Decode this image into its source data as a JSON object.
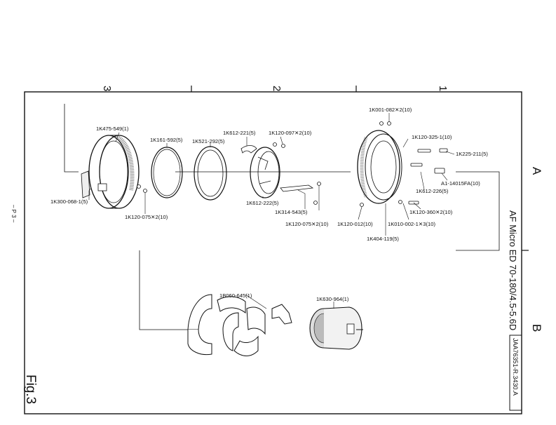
{
  "page": {
    "columns": [
      "3",
      "2",
      "1"
    ],
    "rows": [
      "A",
      "B"
    ],
    "title": "AF Micro ED 70-180/4.5-5.6D",
    "doc_code": "JAA76351-R.3430.A",
    "page_no": "– P 3 –",
    "fig": "Fig.3"
  },
  "parts": {
    "p1": "1K475-549(1)",
    "p2": "1K161-592(5)",
    "p3": "1K521-292(5)",
    "p4": "1K612-221(5)",
    "p5": "1K120-097✕2(10)",
    "p6": "1K300-068-1(5)",
    "p7": "1K120-075✕2(10)",
    "p8": "1K612-222(5)",
    "p9": "1K314-543(5)",
    "p10": "1K120-075✕2(10)",
    "p11": "1K120-012(10)",
    "p12": "1K001-082✕2(10)",
    "p13": "1K120-325-1(10)",
    "p14": "1K225-211(5)",
    "p15": "A1-14015FA(10)",
    "p16": "1K612-226(5)",
    "p17": "1K120-360✕2(10)",
    "p18": "1K010-002-1✕3(10)",
    "p19": "1K404-119(5)",
    "p20": "1B060-645(1)",
    "p21": "1K630-964(1)"
  }
}
